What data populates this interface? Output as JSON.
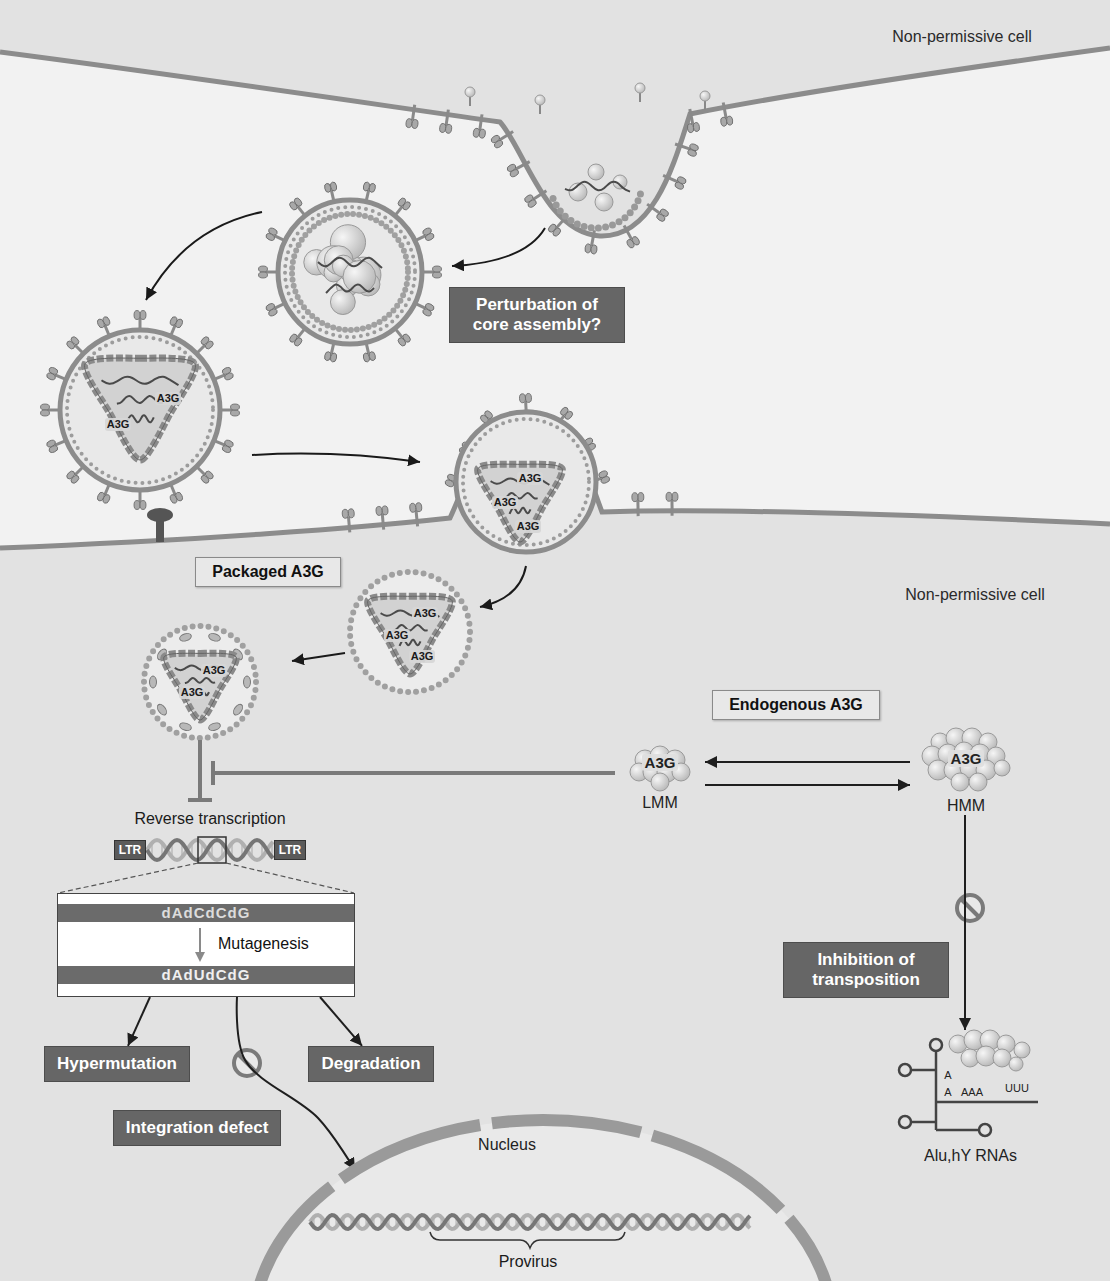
{
  "diagram": {
    "nodes": [
      {
        "text": [
          "Perturbation of core assembly?"
        ]
      },
      {
        "text": [
          "Packaged A3G"
        ]
      },
      {
        "text": [
          "Endogenous A3G"
        ]
      },
      {
        "text": [
          "A3G",
          "LMM"
        ]
      },
      {
        "text": [
          "A3G",
          "HMM"
        ]
      },
      {
        "text": [
          "LTR"
        ]
      },
      {
        "text": [
          "LTR"
        ]
      },
      {
        "text": [
          "dAdCdCdG",
          "Mutagenesis",
          "dAdUdCdG"
        ]
      },
      {
        "text": [
          "Inhibition of transposition"
        ]
      },
      {
        "text": [
          "Hypermutation"
        ]
      },
      {
        "text": [
          "Degradation"
        ]
      },
      {
        "text": [
          "Alu,hY RNAs"
        ]
      },
      {
        "text": [
          "Integration defect"
        ]
      },
      {
        "text": [
          "Nucleus"
        ]
      }
    ],
    "edges": [
      {
        "from": 4,
        "to": 3,
        "arrow": "to"
      },
      {
        "from": 3,
        "to": 4,
        "arrow": "to"
      },
      {
        "from": 4,
        "to": 11,
        "arrow": "to"
      },
      {
        "from": 7,
        "to": 9,
        "arrow": "to"
      },
      {
        "from": 7,
        "to": 10,
        "arrow": "to"
      },
      {
        "from": 7,
        "to": 13,
        "arrow": "to"
      }
    ],
    "labels": [
      "Non-permissive cell",
      "A3G",
      "A3G",
      "A3G",
      "A3G",
      "A3G",
      "Non-permissive cell",
      "A3G",
      "A3G",
      "A3G",
      "A3G",
      "A3G",
      "Reverse transcription",
      "A",
      "A",
      "AAA",
      "UUU",
      "Provirus"
    ]
  }
}
